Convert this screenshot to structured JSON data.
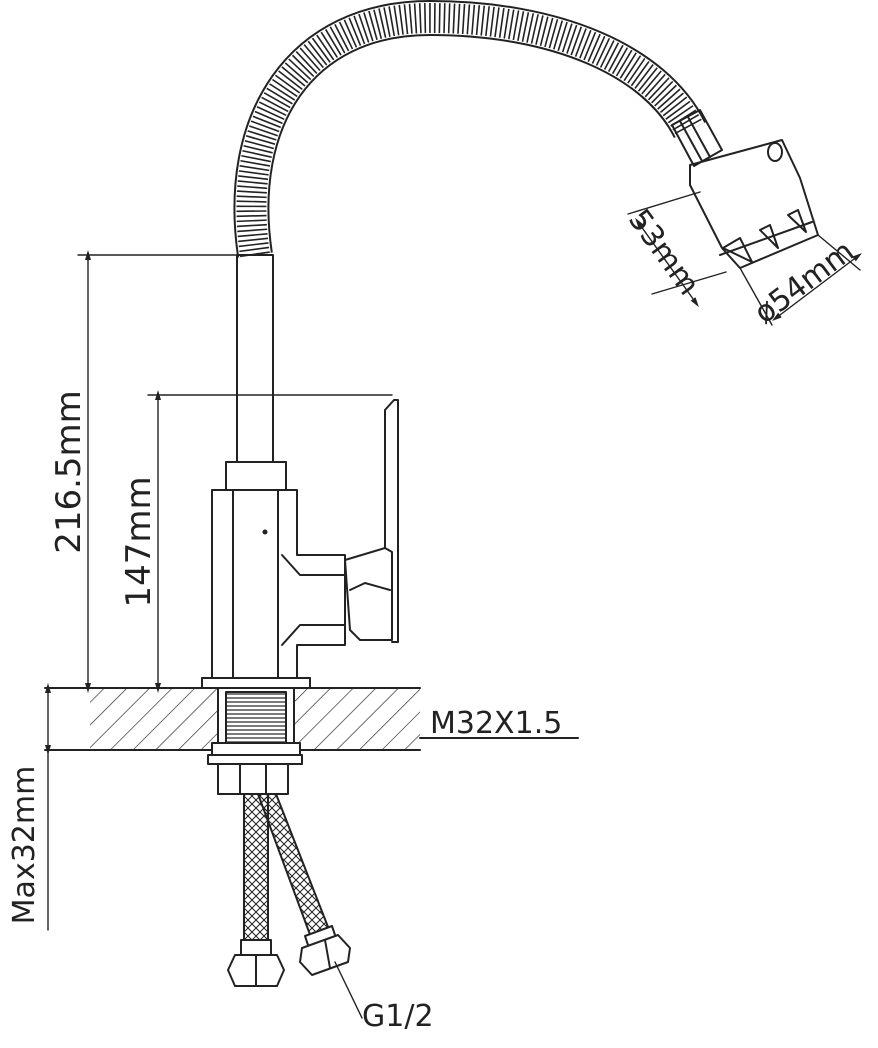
{
  "diagram": {
    "dimensions": {
      "total_height": "216.5mm",
      "body_height": "147mm",
      "head_length": "53mm",
      "head_diameter": "ø54mm",
      "max_deck_thickness": "Max32mm"
    },
    "thread_label": "M32X1.5",
    "hose_label": "G1/2"
  },
  "colors": {
    "line": "#222222",
    "background": "#ffffff"
  }
}
